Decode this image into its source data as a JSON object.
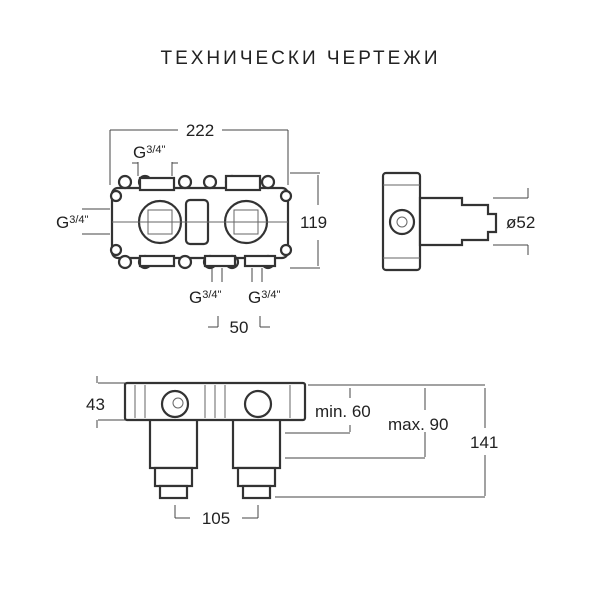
{
  "title": "ТЕХНИЧЕСКИ ЧЕРТЕЖИ",
  "front_view": {
    "width": "222",
    "height": "119",
    "top_thread": {
      "g": "G",
      "frac": "3/4\""
    },
    "left_thread": {
      "g": "G",
      "frac": "3/4\""
    },
    "bottom_threads": [
      {
        "g": "G",
        "frac": "3/4\""
      },
      {
        "g": "G",
        "frac": "3/4\""
      }
    ],
    "outlet_spacing": "50"
  },
  "side_view": {
    "diameter": "ø52"
  },
  "top_view": {
    "depth": "43",
    "min_depth": "min. 60",
    "max_depth": "max. 90",
    "total": "141",
    "spacing": "105"
  }
}
